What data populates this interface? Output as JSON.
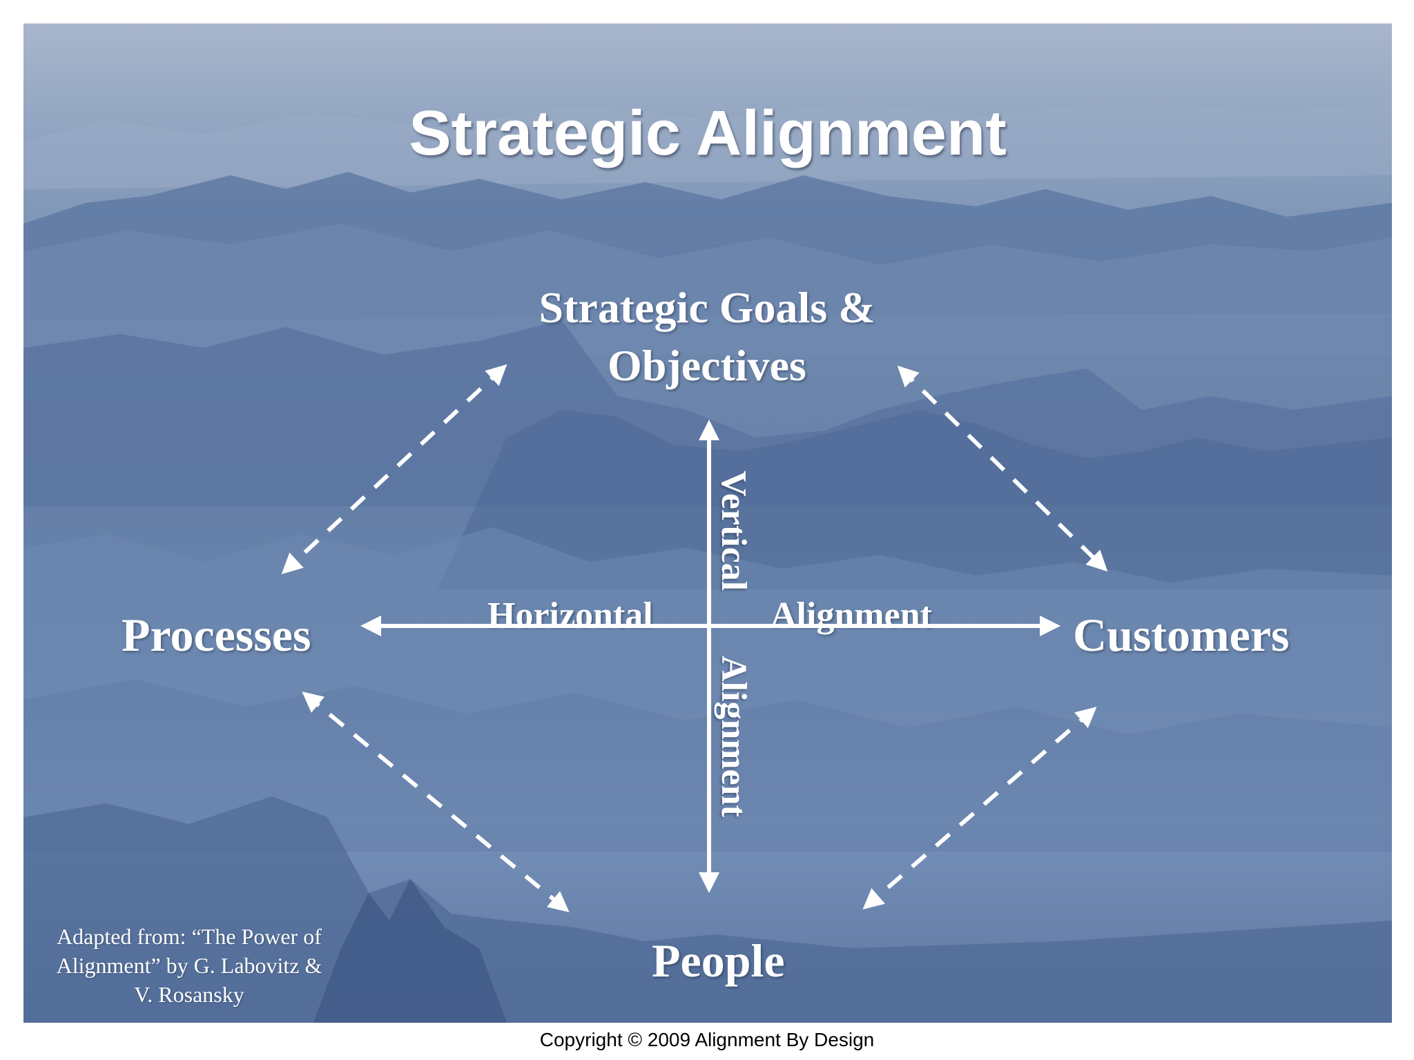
{
  "slide": {
    "title": "Strategic Alignment",
    "nodes": {
      "goals_line1": "Strategic Goals &",
      "goals_line2": "Objectives",
      "processes": "Processes",
      "customers": "Customers",
      "people": "People"
    },
    "axes": {
      "horizontal": "Horizontal",
      "horizontal_alignment": "Alignment",
      "vertical": "Vertical",
      "vertical_alignment": "Alignment"
    },
    "attribution": {
      "line1": "Adapted from: “The Power of",
      "line2": "Alignment” by G. Labovitz &",
      "line3": "V. Rosansky"
    }
  },
  "footer": {
    "copyright": "Copyright © 2009 Alignment By Design"
  },
  "colors": {
    "text": "#ffffff",
    "background_sky": "#a8b6cc",
    "background_mountains": "#6580a8",
    "footer_text": "#000000"
  }
}
